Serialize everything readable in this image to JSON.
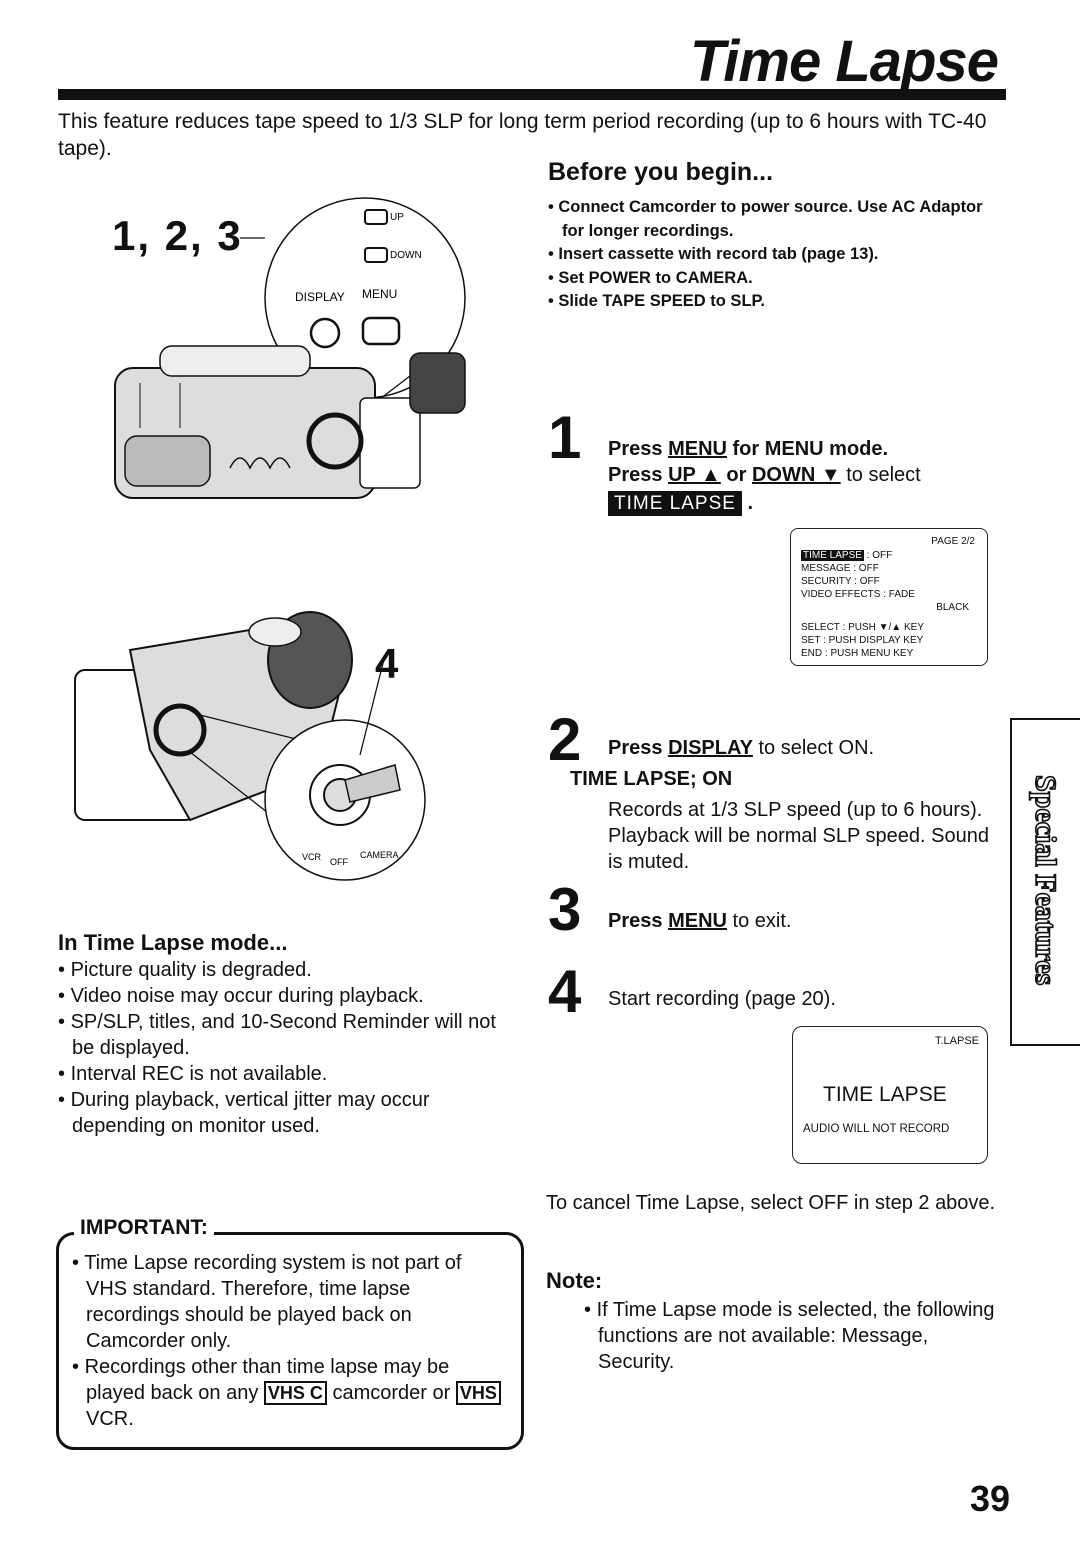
{
  "header": {
    "title": "Time Lapse"
  },
  "intro": "This feature reduces tape speed to 1/3 SLP for long term period recording (up to 6 hours with TC-40 tape).",
  "illustration_top": {
    "callout_label": "1, 2, 3",
    "up_label": "UP",
    "down_label": "DOWN",
    "display_label": "DISPLAY",
    "menu_label": "MENU"
  },
  "illustration_bottom": {
    "callout_label": "4",
    "vcr_label": "VCR",
    "off_label": "OFF",
    "camera_label": "CAMERA"
  },
  "before": {
    "heading": "Before you begin...",
    "items": [
      "Connect Camcorder to power source. Use AC Adaptor for longer recordings.",
      "Insert cassette with record tab (page 13).",
      "Set POWER to CAMERA.",
      "Slide TAPE SPEED to SLP."
    ]
  },
  "step1": {
    "num": "1",
    "press": "Press",
    "menu_key": "MENU",
    "line1_rest": "for MENU mode.",
    "press2": "Press",
    "up_key": "UP ▲",
    "or": "or",
    "down_key": "DOWN ▼",
    "line2_rest": "to select",
    "highlight": "TIME LAPSE"
  },
  "menu_screen": {
    "page": "PAGE 2/2",
    "rows": [
      {
        "label": "TIME LAPSE",
        "value": ": OFF"
      },
      {
        "label": "MESSAGE",
        "value": ": OFF"
      },
      {
        "label": "SECURITY",
        "value": ": OFF"
      },
      {
        "label": "VIDEO EFFECTS",
        "value": ": FADE"
      }
    ],
    "effect_extra": "BLACK",
    "help": [
      {
        "label": "SELECT",
        "value": ": PUSH ▼/▲ KEY"
      },
      {
        "label": "SET",
        "value": ": PUSH DISPLAY KEY"
      },
      {
        "label": "END",
        "value": ": PUSH MENU KEY"
      }
    ]
  },
  "step2": {
    "num": "2",
    "press": "Press",
    "key": "DISPLAY",
    "rest": "to select ON.",
    "subheading": "TIME LAPSE; ON",
    "desc": "Records at 1/3 SLP speed (up to 6 hours). Playback will be normal SLP speed. Sound is muted."
  },
  "step3": {
    "num": "3",
    "press": "Press",
    "key": "MENU",
    "rest": "to exit."
  },
  "step4": {
    "num": "4",
    "text": "Start recording (page 20)."
  },
  "tl_screen": {
    "corner": "T.LAPSE",
    "main": "TIME LAPSE",
    "sub": "AUDIO WILL NOT RECORD"
  },
  "mode": {
    "heading": "In Time Lapse mode...",
    "items": [
      "Picture quality is degraded.",
      "Video noise may occur during playback.",
      "SP/SLP, titles, and 10-Second Reminder will not be displayed.",
      "Interval REC is not available.",
      "During playback, vertical jitter may occur depending on monitor used."
    ]
  },
  "important": {
    "title": "IMPORTANT:",
    "item1": "Time Lapse recording system is not part of VHS standard. Therefore, time lapse recordings should be played back on Camcorder only.",
    "item2_a": "Recordings other than time lapse may be played back on any",
    "vhsc_logo": "VHS C",
    "item2_b": "camcorder or",
    "vhs_logo": "VHS",
    "item2_c": "VCR."
  },
  "cancel": "To cancel Time Lapse, select OFF in step 2 above.",
  "note": {
    "heading": "Note:",
    "text": "If Time Lapse mode is selected, the following functions are not available: Message, Security."
  },
  "side_tab": "Special Features",
  "page_number": "39"
}
